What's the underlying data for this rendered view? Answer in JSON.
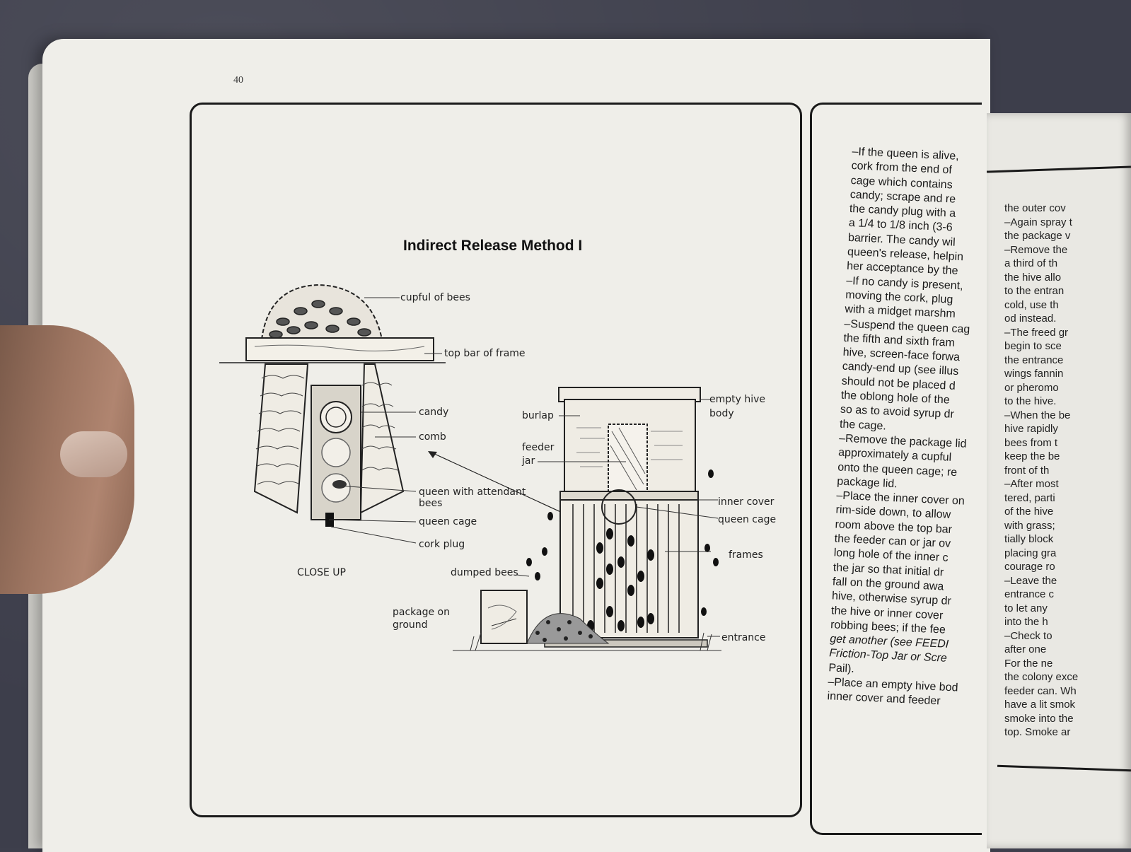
{
  "page": {
    "number": "40"
  },
  "illustration": {
    "title": "Indirect Release Method I",
    "labels": {
      "cupful_of_bees": "cupful of bees",
      "top_bar": "top bar of frame",
      "candy": "candy",
      "comb": "comb",
      "queen_with_attendant": "queen with attendant",
      "queen_with_attendant_2": "bees",
      "queen_cage_closeup": "queen cage",
      "cork_plug": "cork plug",
      "close_up": "CLOSE UP",
      "burlap": "burlap",
      "empty_hive_body_1": "empty hive",
      "empty_hive_body_2": "body",
      "feeder_jar_1": "feeder",
      "feeder_jar_2": "jar",
      "inner_cover": "inner cover",
      "queen_cage_hive": "queen cage",
      "frames": "frames",
      "dumped_bees": "dumped bees",
      "package_on_ground_1": "package on",
      "package_on_ground_2": "ground",
      "entrance": "entrance"
    }
  },
  "text_column": {
    "lines": [
      "–If the queen is alive,",
      "cork from the end of",
      "cage which contains",
      "candy; scrape and re",
      "the candy plug with a",
      "a 1/4 to 1/8 inch (3-6",
      "barrier. The candy wil",
      "queen's release, helpin",
      "her acceptance by the",
      "–If no candy is present,",
      "moving the cork, plug",
      "with a midget marshm",
      "–Suspend the queen cag",
      "the fifth and sixth fram",
      "hive, screen-face forwa",
      "candy-end up (see illus",
      "should not be placed d",
      "the oblong hole of the",
      "so as to avoid syrup dr",
      "the cage.",
      "–Remove the package lid",
      "approximately a cupful",
      "onto the queen cage; re",
      "package lid.",
      "–Place the inner cover on",
      "rim-side down, to allow",
      "room above the top bar",
      "the feeder can or jar ov",
      "long hole of the inner c",
      "the jar so that initial dr",
      "fall on the ground awa",
      "hive, otherwise syrup dr",
      "the hive or inner cover",
      "robbing bees; if the fee",
      "get another (see FEEDI",
      "Friction-Top Jar or Scre",
      "Pail).",
      "–Place an empty hive bod",
      "inner cover and feeder"
    ]
  },
  "right_page": {
    "lines": [
      "the outer cov",
      "–Again spray t",
      "the package v",
      "–Remove the",
      "a third of th",
      "the hive allo",
      "to the entran",
      "cold, use th",
      "od instead.",
      "–The freed gr",
      "begin to sce",
      "the entrance",
      "wings fannin",
      "or pheromo",
      "to the hive.",
      "–When the be",
      "hive rapidly",
      "bees from t",
      "keep the be",
      "front of th",
      "–After most",
      "tered, parti",
      "of the hive",
      "with grass;",
      "tially block",
      "placing gra",
      "courage ro",
      "–Leave the",
      "entrance c",
      "to let any",
      "into the h",
      "–Check to",
      "after one",
      "For the ne",
      "the colony exce",
      "feeder can. Wh",
      "have a lit smok",
      "smoke into the",
      "top. Smoke ar"
    ]
  }
}
